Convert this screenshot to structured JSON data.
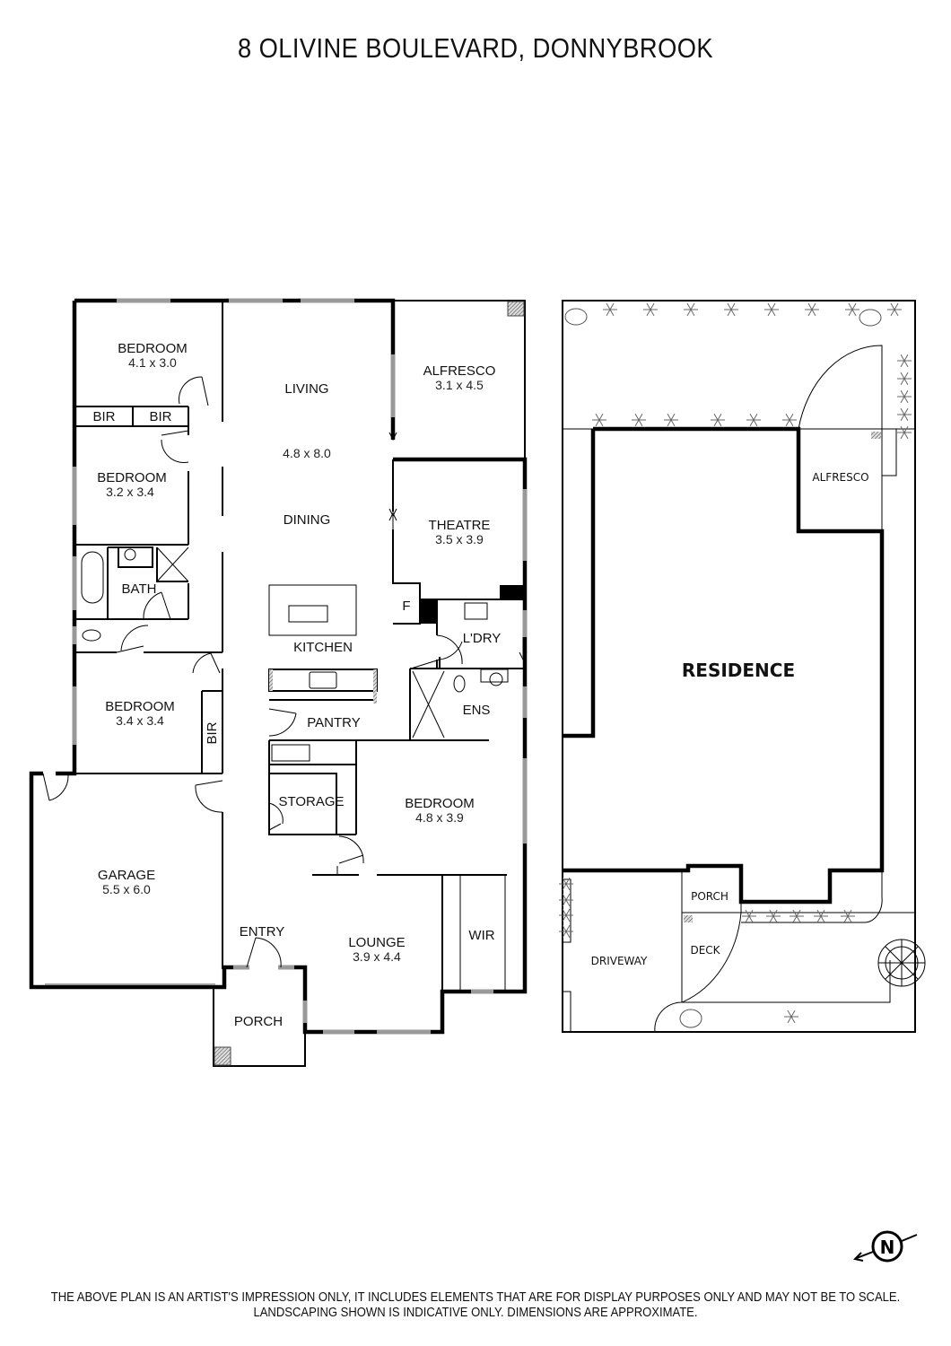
{
  "title": "8 OLIVINE BOULEVARD, DONNYBROOK",
  "floor_plan": {
    "rooms": [
      {
        "name": "BEDROOM",
        "size": "4.1 x 3.0"
      },
      {
        "name": "BEDROOM",
        "size": "3.2 x 3.4"
      },
      {
        "name": "BEDROOM",
        "size": "3.4 x 3.4"
      },
      {
        "name": "LIVING",
        "size": "4.8 x 8.0"
      },
      {
        "name": "DINING"
      },
      {
        "name": "ALFRESCO",
        "size": "3.1 x 4.5"
      },
      {
        "name": "THEATRE",
        "size": "3.5 x 3.9"
      },
      {
        "name": "KITCHEN"
      },
      {
        "name": "PANTRY"
      },
      {
        "name": "STORAGE"
      },
      {
        "name": "BEDROOM",
        "size": "4.8 x 3.9"
      },
      {
        "name": "ENS"
      },
      {
        "name": "L'DRY"
      },
      {
        "name": "GARAGE",
        "size": "5.5 x 6.0"
      },
      {
        "name": "ENTRY"
      },
      {
        "name": "PORCH"
      },
      {
        "name": "LOUNGE",
        "size": "3.9 x 4.4"
      },
      {
        "name": "WIR"
      },
      {
        "name": "BATH"
      },
      {
        "name": "BIR"
      },
      {
        "name": "F"
      }
    ]
  },
  "site_plan": {
    "residence": "RESIDENCE",
    "alfresco": "ALFRESCO",
    "porch": "PORCH",
    "deck": "DECK",
    "driveway": "DRIVEWAY"
  },
  "compass": {
    "label": "N"
  },
  "disclaimer": {
    "line1": "THE ABOVE PLAN IS AN ARTIST'S IMPRESSION ONLY, IT INCLUDES ELEMENTS THAT ARE FOR DISPLAY PURPOSES ONLY AND MAY NOT BE TO SCALE.",
    "line2": "LANDSCAPING SHOWN IS INDICATIVE ONLY. DIMENSIONS ARE APPROXIMATE."
  }
}
